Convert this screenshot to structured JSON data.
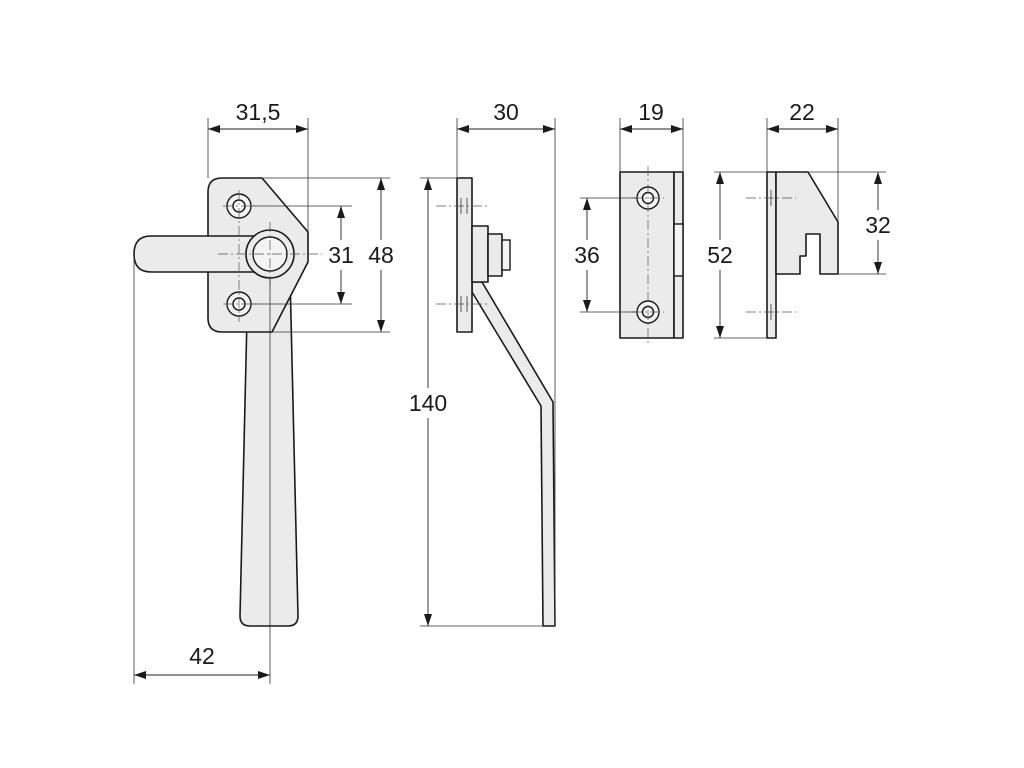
{
  "dimensions": {
    "handle_plate_width": "31,5",
    "handle_hole_spacing": "31",
    "handle_plate_height": "48",
    "handle_reach": "42",
    "side_depth": "30",
    "side_length": "140",
    "keeper_width": "19",
    "keeper_hole_spacing": "36",
    "catch_height": "52",
    "catch_depth": "22",
    "catch_slot_height": "32"
  }
}
